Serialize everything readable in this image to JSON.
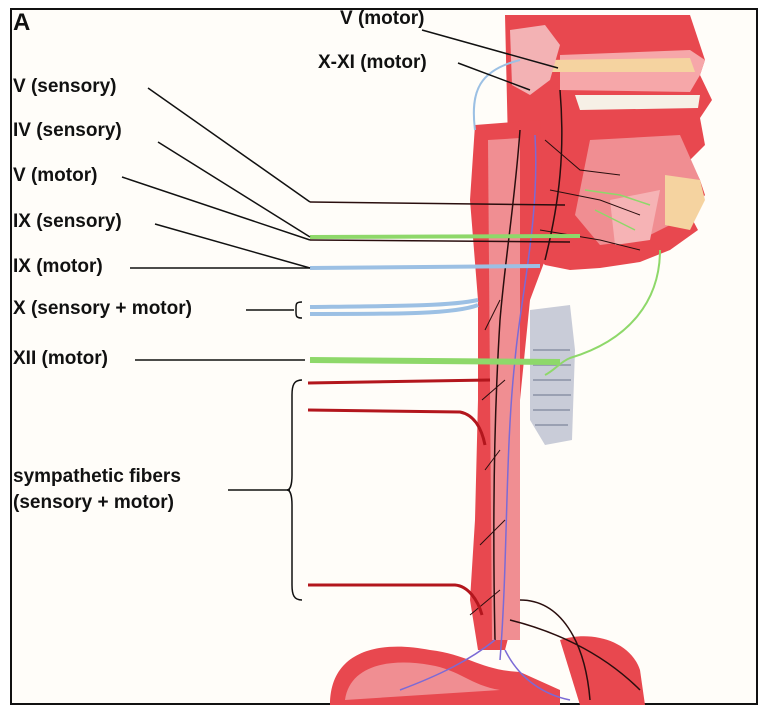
{
  "panel_letter": "A",
  "labels": {
    "v_motor_top": "V (motor)",
    "x_xi_motor": "X-XI (motor)",
    "v_sensory": "V (sensory)",
    "iv_sensory": "IV (sensory)",
    "v_motor": "V (motor)",
    "ix_sensory": "IX (sensory)",
    "ix_motor": "IX (motor)",
    "x_sensory_motor": "X (sensory + motor)",
    "xii_motor": "XII (motor)",
    "sympathetic_line1": "sympathetic fibers",
    "sympathetic_line2": "(sensory + motor)"
  },
  "colors": {
    "tissue": "#e8484f",
    "tissue_light": "#f6a7a9",
    "bone": "#f5d3a0",
    "sensory_green": "#8ed86a",
    "motor_blue": "#9cc0e4",
    "nerve_dark": "#2a0e0e",
    "nerve_red": "#b3161d",
    "vagus_purple": "#7b6ad6",
    "cartilage": "#c9ccd8"
  }
}
